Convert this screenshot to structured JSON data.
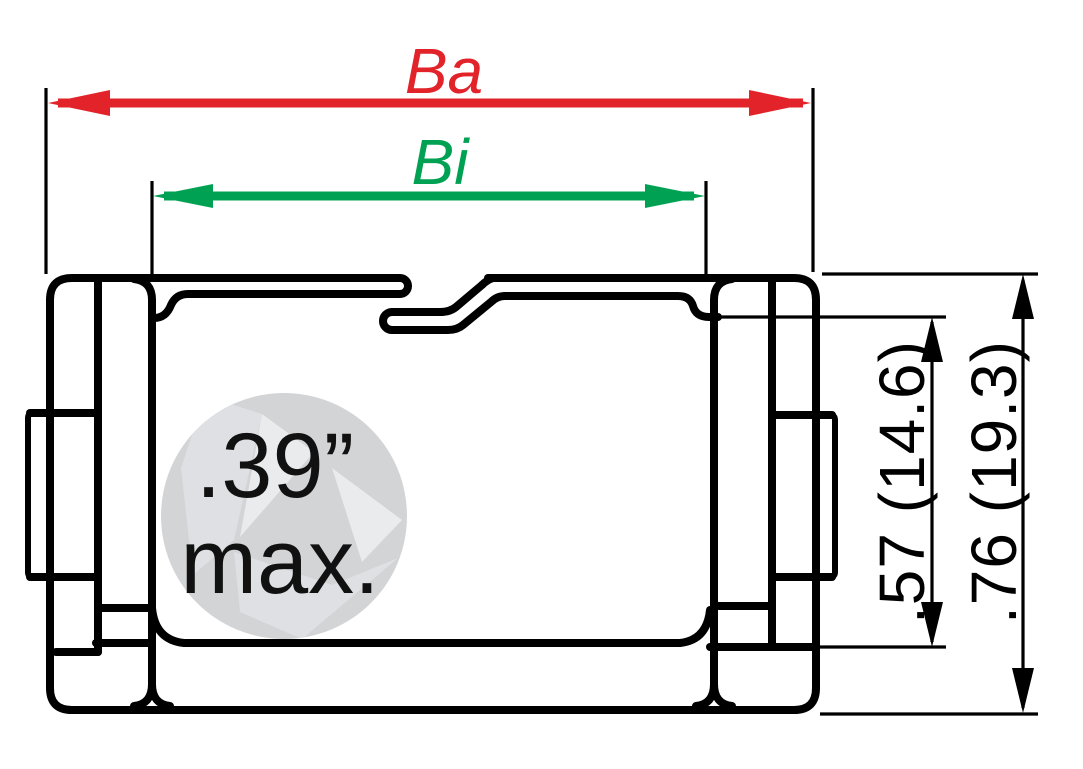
{
  "diagram": {
    "type": "technical cross-section drawing of cable-carrier (energy chain) link profile",
    "dimensions": {
      "outer_width": {
        "label": "Ba"
      },
      "inner_width": {
        "label": "Bi"
      },
      "inner_height": {
        "label": ".57 (14.6)"
      },
      "outer_height": {
        "label": ".76 (19.3)"
      }
    },
    "watermark": {
      "value": ".39”",
      "qualifier": "max."
    }
  },
  "colors": {
    "ink": "#000000",
    "outer_width_accent": "#e2232a",
    "inner_width_accent": "#00a153",
    "watermark_circle": "#d2d4d6",
    "facet_light": "#dee0e3",
    "facet_lighter": "#e9ebec",
    "text_dark": "#111111",
    "background": "#ffffff"
  }
}
